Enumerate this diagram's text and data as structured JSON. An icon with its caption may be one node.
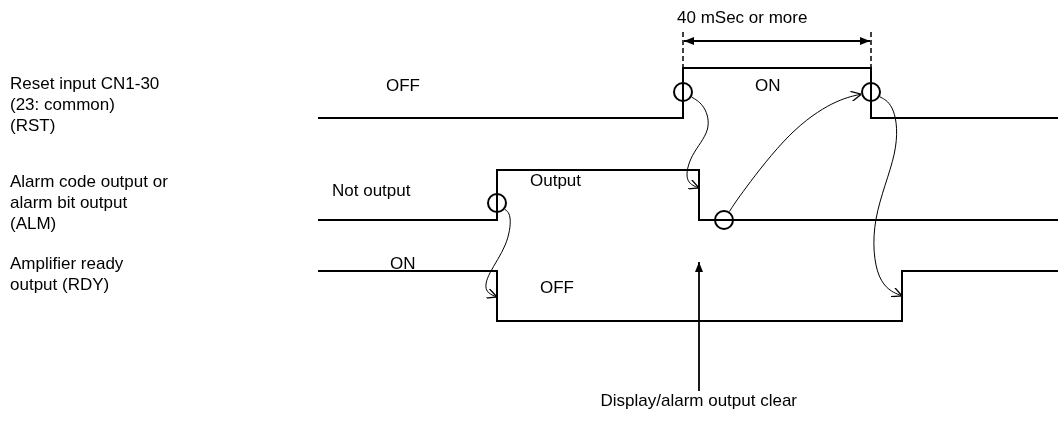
{
  "diagram": {
    "nodes": [
      {
        "text": [],
        "shape": "circle"
      },
      {
        "text": [],
        "shape": "circle"
      },
      {
        "text": [],
        "shape": "circle"
      },
      {
        "text": [],
        "shape": "circle"
      },
      {
        "text": [
          "Display/alarm output clear"
        ]
      }
    ],
    "edges": [
      {
        "from": 0,
        "to": null,
        "arrow": "to"
      },
      {
        "from": 1,
        "to": null,
        "arrow": "to"
      },
      {
        "from": 2,
        "to": 3,
        "arrow": "to"
      },
      {
        "from": 3,
        "to": null,
        "arrow": "to"
      },
      {
        "from": 4,
        "to": null,
        "arrow": "to"
      }
    ],
    "labels": [
      "40 mSec or more",
      "Reset input CN1-30",
      "(23: common)",
      "(RST)",
      "OFF",
      "ON",
      "Alarm code output or",
      "alarm bit output",
      "(ALM)",
      "Not output",
      "Output",
      "Amplifier ready",
      "output (RDY)",
      "ON",
      "OFF"
    ]
  }
}
